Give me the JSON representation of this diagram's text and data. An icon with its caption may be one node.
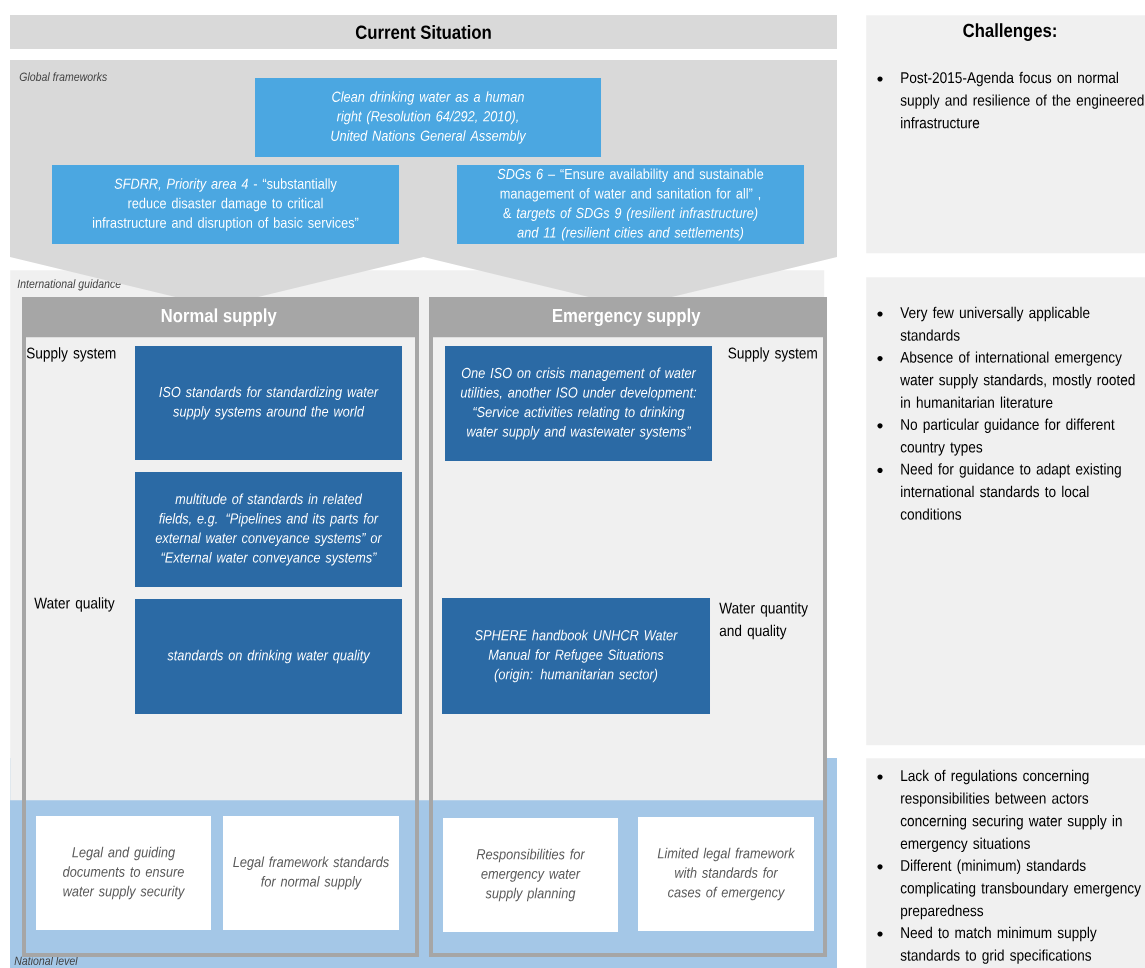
{
  "diagram": {
    "title": "Current Situation",
    "nodes": [
      {
        "text": [
          "Global frameworks"
        ]
      },
      {
        "text": [
          "Clean drinking water as a human right (Resolution 64/292, 2010), United Nations General Assembly"
        ],
        "in": 0
      },
      {
        "text": [
          "*SFDRR, Priority area 4* - “substantially reduce disaster damage to critical infrastructure and disruption of basic services”"
        ],
        "in": 0
      },
      {
        "text": [
          "*SDGs 6 –* “Ensure availability and sustainable management of water and sanitation for all” , & *targets of SDGs 9 (resilient infrastructure) and 11 (resilient cities and settlements)*"
        ],
        "in": 0
      },
      {
        "text": [
          "International guidance"
        ]
      },
      {
        "text": [
          "Normal supply",
          "Supply system",
          "Water quality"
        ]
      },
      {
        "text": [
          "ISO standards for standardizing water supply systems around the world"
        ]
      },
      {
        "text": [
          "multitude of standards in related fields, e.g. “Pipelines and its parts for external water conveyance systems” or “External water conveyance systems”"
        ]
      },
      {
        "text": [
          "standards on drinking water quality"
        ]
      },
      {
        "text": [
          "Emergency supply",
          "Supply system",
          "Water quantity and quality"
        ]
      },
      {
        "text": [
          "One ISO on crisis management of water utilities, another ISO under development: “Service activities relating to drinking water supply and wastewater systems”"
        ]
      },
      {
        "text": [
          "SPHERE handbook UNHCR Water Manual for Refugee Situations (origin: humanitarian sector)"
        ]
      },
      {
        "text": [
          "National level"
        ]
      },
      {
        "text": [
          "Legal and guiding documents to ensure water supply security"
        ]
      },
      {
        "text": [
          "Legal framework standards for normal supply"
        ]
      },
      {
        "text": [
          "Responsibilities for emergency water supply planning"
        ]
      },
      {
        "text": [
          "Limited legal framework with standards for cases of emergency"
        ]
      },
      {
        "text": [
          "Challenges:",
          "Post-2015-Agenda focus on normal supply and resilience of the engineered infrastructure"
        ]
      },
      {
        "text": [
          "Very few universally applicable standards",
          "Absence of international emergency water supply standards, mostly rooted in humanitarian literature",
          "No particular guidance for different country types",
          "Need for guidance to adapt existing international standards to local conditions"
        ]
      },
      {
        "text": [
          "Lack of regulations concerning responsibilities between actors concerning securing water supply in emergency situations",
          "Different (minimum) standards complicating transboundary emergency preparedness",
          "Need to match minimum supply standards to grid specifications"
        ]
      }
    ]
  }
}
